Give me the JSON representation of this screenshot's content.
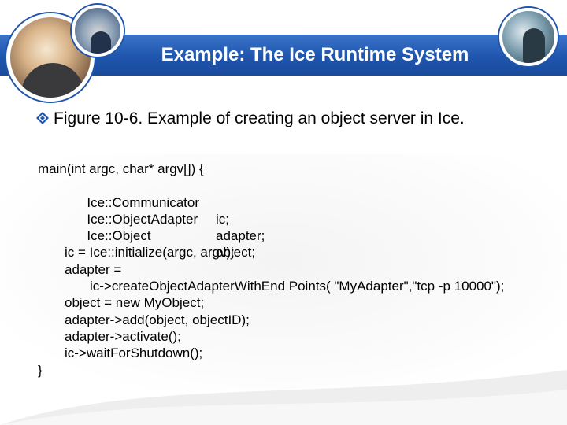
{
  "slide": {
    "title": "Example: The Ice Runtime System",
    "bullet": "Figure 10-6. Example of creating an object server in Ice.",
    "bullet_icon": "diamond-bullet-icon",
    "accent_color": "#1f55ad",
    "code": {
      "main_sig": "main(int argc, char* argv[]) {",
      "decls": [
        {
          "type": "Ice::Communicator",
          "name": "ic;"
        },
        {
          "type": "Ice::ObjectAdapter",
          "name": "adapter;"
        },
        {
          "type": "Ice::Object",
          "name": "object;"
        }
      ],
      "stmt_init": "ic = Ice::initialize(argc, argv);",
      "stmt_adapter": "adapter =",
      "stmt_create": "ic->createObjectAdapterWithEnd Points( \"MyAdapter\",\"tcp -p 10000\");",
      "stmt_object": "object = new MyObject;",
      "stmt_add": "adapter->add(object, objectID);",
      "stmt_activate": "adapter->activate();",
      "stmt_wait": "ic->waitForShutdown();",
      "close_brace": "}"
    }
  }
}
